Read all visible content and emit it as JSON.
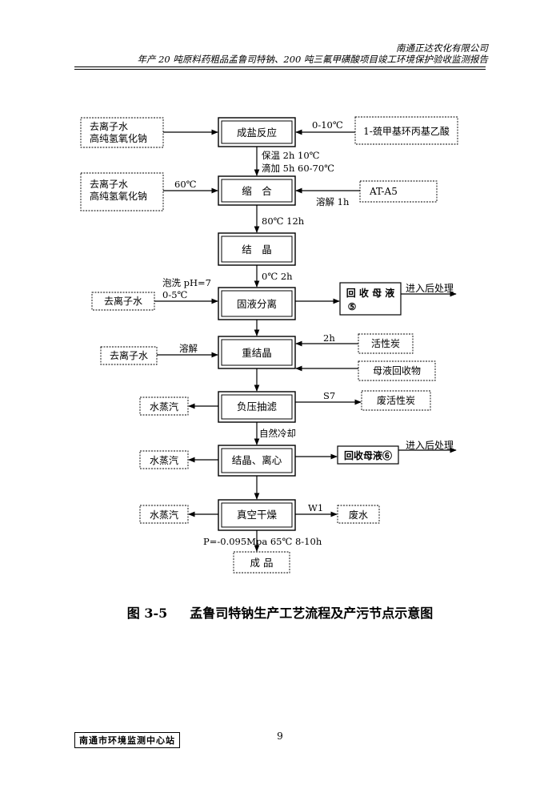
{
  "header": {
    "company": "南通正达农化有限公司",
    "report_title": "年产 20 吨原料药粗品孟鲁司特钠、200 吨三氟甲磺酸项目竣工环境保护验收监测报告"
  },
  "flow": {
    "steps": {
      "salt": "成盐反应",
      "condense": "缩　合",
      "crystal": "结　晶",
      "separate": "固液分离",
      "recrystal": "重结晶",
      "filter": "负压抽滤",
      "centrifuge": "结晶、离心",
      "dry": "真空干燥",
      "product": "成 品"
    },
    "inputs": {
      "di_water": "去离子水",
      "naoh": "高纯氢氧化钠",
      "di_water2": "去离子水",
      "naoh2": "高纯氢氧化钠",
      "di_water3": "去离子水",
      "di_water4": "去离子水",
      "acid": "1-巯甲基环丙基乙酸",
      "at_a5": "AT-A5",
      "carbon": "活性炭",
      "mother_recycle": "母液回收物"
    },
    "outputs": {
      "mother5": "回 收 母 液",
      "mother5_num": "⑤",
      "mother6": "回收母液⑥",
      "post1": "进入后处理",
      "post2": "进入后处理",
      "steam1": "水蒸汽",
      "steam2": "水蒸汽",
      "steam3": "水蒸汽",
      "waste_carbon": "废活性炭",
      "waste_water": "废水"
    },
    "conditions": {
      "c_0_10": "0-10℃",
      "keep_temp": "保温 2h 10℃",
      "drip": "滴加 5h 60-70℃",
      "c_60": "60℃",
      "dissolve_1h": "溶解 1h",
      "c_80": "80℃ 12h",
      "c_0_2h": "0℃ 2h",
      "wash_ph": "泡洗 pH=7",
      "c_0_5": "0-5℃",
      "dissolve": "溶解",
      "c_2h": "2h",
      "s7": "S7",
      "natural_cool": "自然冷却",
      "w1": "W1",
      "dry_cond": "P=-0.095Mpa 65℃ 8-10h"
    }
  },
  "caption": {
    "fig_no": "图 3-5",
    "title": "孟鲁司特钠生产工艺流程及产污节点示意图"
  },
  "page_number": "9",
  "stamp": "南通市环境监测中心站"
}
